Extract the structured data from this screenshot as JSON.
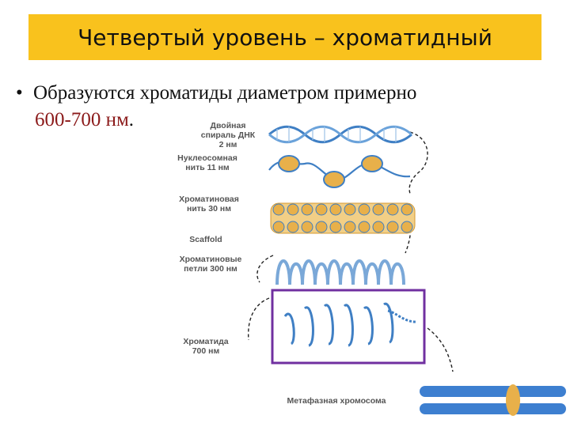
{
  "title": "Четвертый уровень – хроматидный",
  "bullet": {
    "text_before": "Образуются хроматиды диаметром примерно",
    "accent": "600-700 нм",
    "text_after": "."
  },
  "labels": {
    "dna_1": "Двойная",
    "dna_2": "спираль ДНК",
    "dna_3": "2 нм",
    "nuc_1": "Нуклеосомная",
    "nuc_2": "нить 11 нм",
    "chr_1": "Хроматиновая",
    "chr_2": "нить 30 нм",
    "scaffold": "Scaffold",
    "loops_1": "Хроматиновые",
    "loops_2": "петли 300 нм",
    "chromatid_1": "Хроматида",
    "chromatid_2": "700 нм",
    "metaphase": "Метафазная хромосома"
  },
  "colors": {
    "title_bg": "#f9c21d",
    "accent_text": "#8b1a1a",
    "highlight_box": "#7030a0",
    "dna_blue": "#3f7fc4",
    "nucleosome": "#e8b04a",
    "chromosome_blue": "#3d7fd0"
  }
}
